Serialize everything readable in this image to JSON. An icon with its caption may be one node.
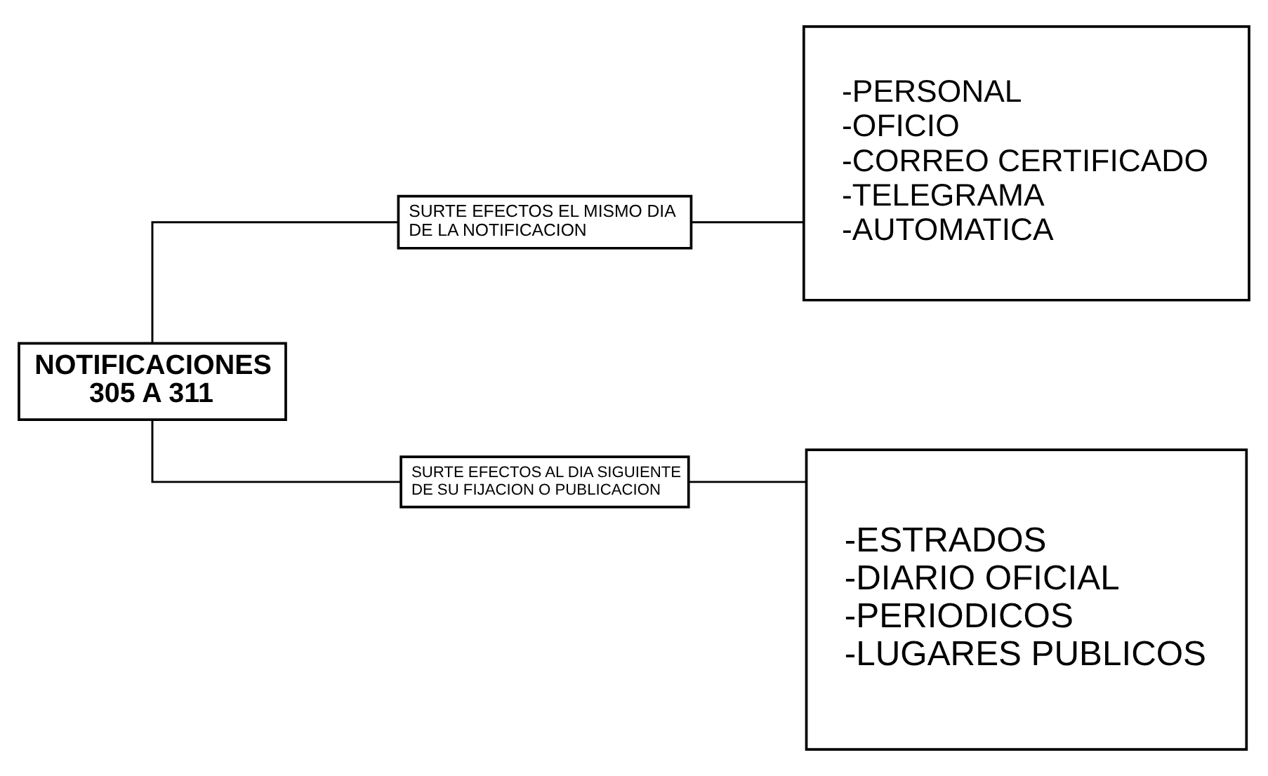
{
  "diagram": {
    "nodes": [
      {
        "text": [
          "NOTIFICACIONES 305 A 311"
        ]
      },
      {
        "text": [
          "SURTE EFECTOS EL MISMO DIA DE LA NOTIFICACION"
        ]
      },
      {
        "text": [
          "-PERSONAL",
          "-OFICIO",
          "-CORREO CERTIFICADO",
          "-TELEGRAMA",
          "-AUTOMATICA"
        ]
      },
      {
        "text": [
          "SURTE EFECTOS AL DIA SIGUIENTE DE SU FIJACION O PUBLICACION"
        ]
      },
      {
        "text": [
          "-ESTRADOS",
          "-DIARIO OFICIAL",
          "-PERIODICOS",
          "-LUGARES PUBLICOS"
        ]
      }
    ],
    "edges": [
      {
        "from": 0,
        "to": 1,
        "arrow": "none"
      },
      {
        "from": 0,
        "to": 3,
        "arrow": "none"
      },
      {
        "from": 1,
        "to": 2,
        "arrow": "none"
      },
      {
        "from": 3,
        "to": 4,
        "arrow": "none"
      }
    ]
  }
}
